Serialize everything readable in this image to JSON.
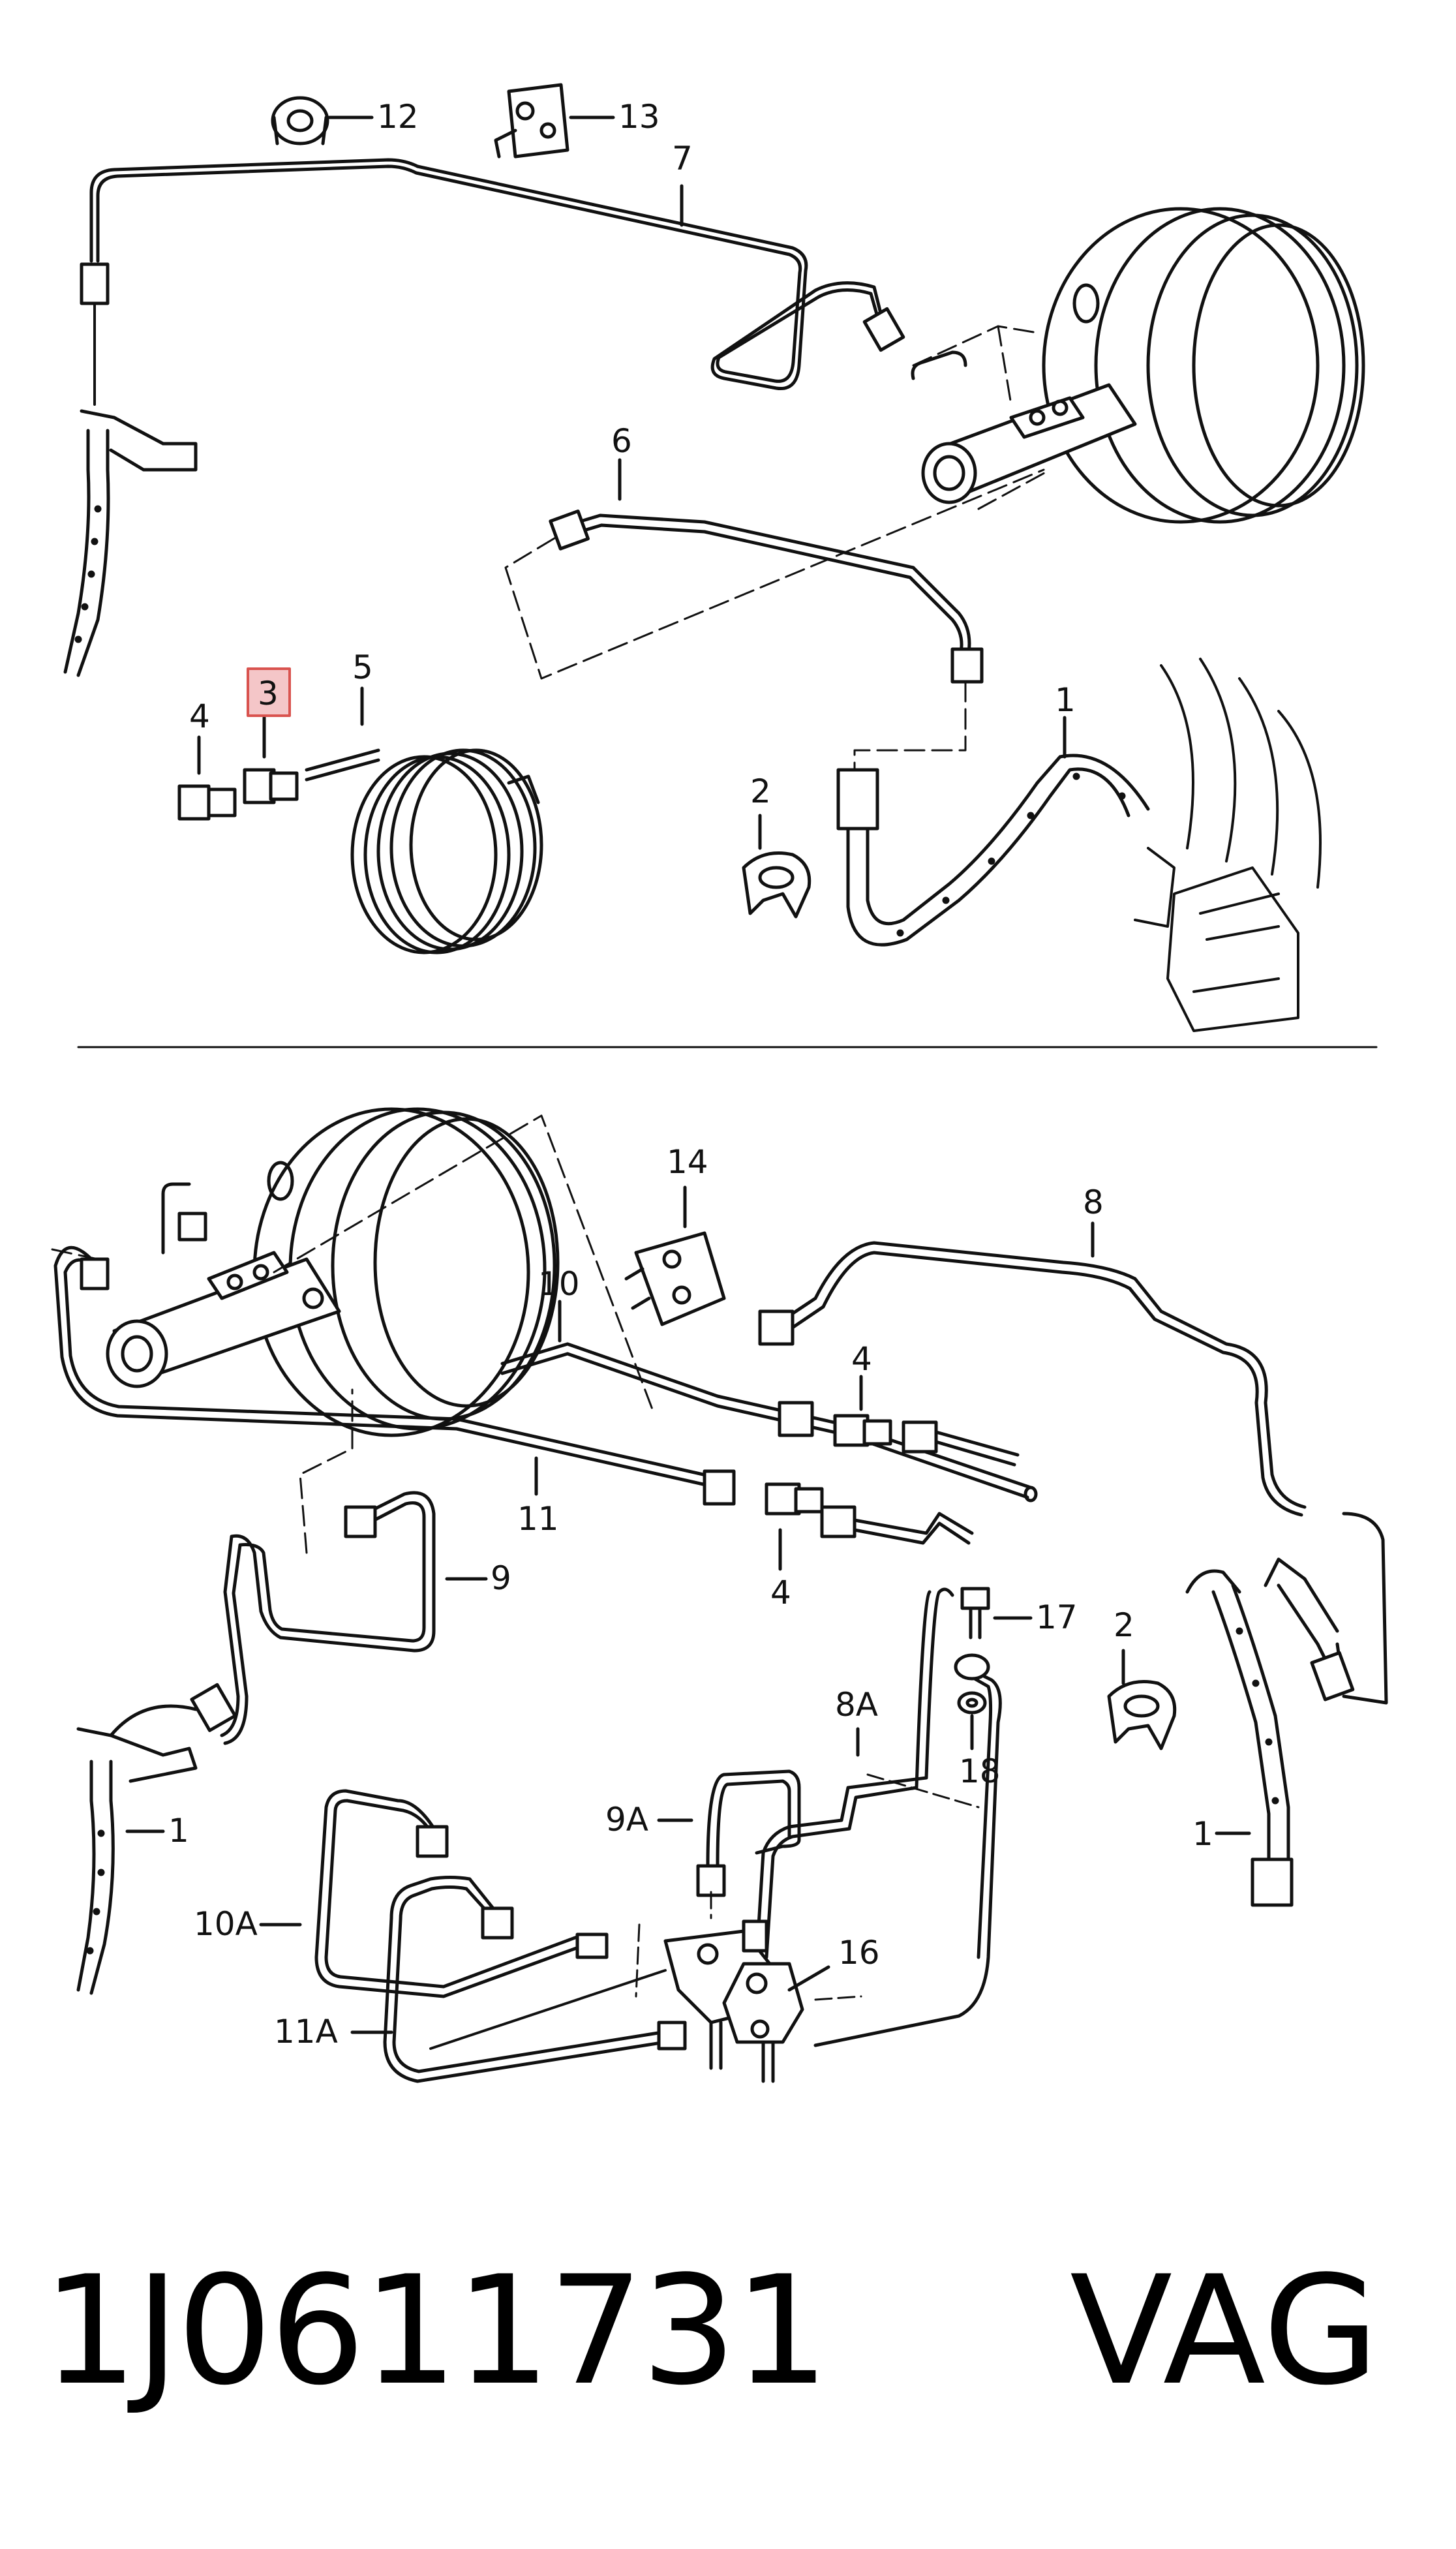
{
  "callouts": {
    "c1a": "1",
    "c1b": "1",
    "c1c": "1",
    "c2a": "2",
    "c2b": "2",
    "c3": "3",
    "c4a": "4",
    "c4b": "4",
    "c4c": "4",
    "c5": "5",
    "c6": "6",
    "c7": "7",
    "c8": "8",
    "c8a": "8A",
    "c9": "9",
    "c9a": "9A",
    "c10": "10",
    "c10a": "10A",
    "c11": "11",
    "c11a": "11A",
    "c12": "12",
    "c13": "13",
    "c14": "14",
    "c16": "16",
    "c17": "17",
    "c18": "18"
  },
  "highlight_color": "#d9534f",
  "footer": {
    "part_number": "1J0611731",
    "brand": "VAG"
  }
}
